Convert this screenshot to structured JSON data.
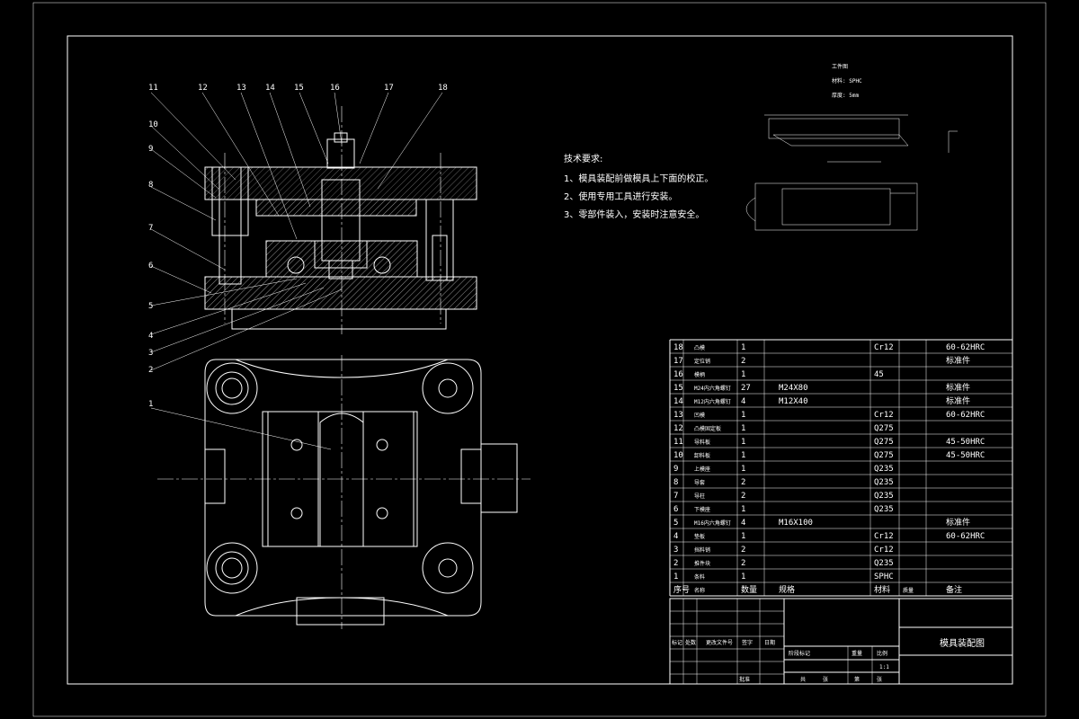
{
  "part_info": {
    "title": "工件图",
    "material_label": "材料: SPHC",
    "thickness_label": "厚度: 5mm"
  },
  "tech_requirements": {
    "heading": "技术要求:",
    "lines": [
      "1、模具装配前做模具上下面的校正。",
      "2、使用专用工具进行安装。",
      "3、零部件装入，安装时注意安全。"
    ]
  },
  "callouts": [
    "1",
    "2",
    "3",
    "4",
    "5",
    "6",
    "7",
    "8",
    "9",
    "10",
    "11",
    "12",
    "13",
    "14",
    "15",
    "16",
    "17",
    "18"
  ],
  "bom": {
    "rows": [
      {
        "no": "18",
        "name": "凸模",
        "qty": "1",
        "spec": "",
        "material": "Cr12",
        "mass": "",
        "remark": "60-62HRC"
      },
      {
        "no": "17",
        "name": "定位销",
        "qty": "2",
        "spec": "",
        "material": "",
        "mass": "",
        "remark": "标准件"
      },
      {
        "no": "16",
        "name": "模柄",
        "qty": "1",
        "spec": "",
        "material": "45",
        "mass": "",
        "remark": ""
      },
      {
        "no": "15",
        "name": "M24内六角螺钉",
        "qty": "27",
        "spec": "M24X80",
        "material": "",
        "mass": "",
        "remark": "标准件"
      },
      {
        "no": "14",
        "name": "M12内六角螺钉",
        "qty": "4",
        "spec": "M12X40",
        "material": "",
        "mass": "",
        "remark": "标准件"
      },
      {
        "no": "13",
        "name": "凹模",
        "qty": "1",
        "spec": "",
        "material": "Cr12",
        "mass": "",
        "remark": "60-62HRC"
      },
      {
        "no": "12",
        "name": "凸模固定板",
        "qty": "1",
        "spec": "",
        "material": "Q275",
        "mass": "",
        "remark": ""
      },
      {
        "no": "11",
        "name": "导料板",
        "qty": "1",
        "spec": "",
        "material": "Q275",
        "mass": "",
        "remark": "45-50HRC"
      },
      {
        "no": "10",
        "name": "卸料板",
        "qty": "1",
        "spec": "",
        "material": "Q275",
        "mass": "",
        "remark": "45-50HRC"
      },
      {
        "no": "9",
        "name": "上模座",
        "qty": "1",
        "spec": "",
        "material": "Q235",
        "mass": "",
        "remark": ""
      },
      {
        "no": "8",
        "name": "导套",
        "qty": "2",
        "spec": "",
        "material": "Q235",
        "mass": "",
        "remark": ""
      },
      {
        "no": "7",
        "name": "导柱",
        "qty": "2",
        "spec": "",
        "material": "Q235",
        "mass": "",
        "remark": ""
      },
      {
        "no": "6",
        "name": "下模座",
        "qty": "1",
        "spec": "",
        "material": "Q235",
        "mass": "",
        "remark": ""
      },
      {
        "no": "5",
        "name": "M16内六角螺钉",
        "qty": "4",
        "spec": "M16X100",
        "material": "",
        "mass": "",
        "remark": "标准件"
      },
      {
        "no": "4",
        "name": "垫板",
        "qty": "1",
        "spec": "",
        "material": "Cr12",
        "mass": "",
        "remark": "60-62HRC"
      },
      {
        "no": "3",
        "name": "挡料销",
        "qty": "2",
        "spec": "",
        "material": "Cr12",
        "mass": "",
        "remark": ""
      },
      {
        "no": "2",
        "name": "推件块",
        "qty": "2",
        "spec": "",
        "material": "Q235",
        "mass": "",
        "remark": ""
      },
      {
        "no": "1",
        "name": "条料",
        "qty": "1",
        "spec": "",
        "material": "SPHC",
        "mass": "",
        "remark": ""
      }
    ],
    "header": {
      "no": "序号",
      "name": "名称",
      "qty": "数量",
      "spec": "规格",
      "material": "材料",
      "mass": "质量",
      "remark": "备注"
    }
  },
  "title_block": {
    "drawing_name": "模具装配图",
    "labels": [
      "标记",
      "处数",
      "更改文件号",
      "签字",
      "日期"
    ],
    "stage_labels": [
      "阶段标记",
      "重量",
      "比例"
    ],
    "scale": "1:1",
    "sheet_labels": [
      "共",
      "张",
      "第",
      "张"
    ],
    "approve": "批准"
  }
}
